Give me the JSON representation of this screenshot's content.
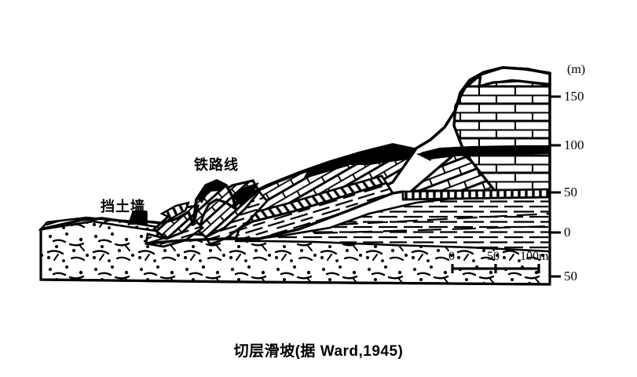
{
  "figure": {
    "caption": "切层滑坡(据 Ward,1945)",
    "kind": "geological-cross-section",
    "background_color": "#ffffff",
    "ink_color": "#000000"
  },
  "annotations": [
    {
      "id": "retaining-wall",
      "text": "挡土墙",
      "meaning": "retaining wall"
    },
    {
      "id": "railway-line",
      "text": "铁路线",
      "meaning": "railway line"
    }
  ],
  "elevation_axis": {
    "unit_label": "(m)",
    "ticks": [
      {
        "label": "150",
        "value": 150,
        "y": 123
      },
      {
        "label": "100",
        "value": 100,
        "y": 185
      },
      {
        "label": "50",
        "value": 50,
        "y": 245
      },
      {
        "label": "0",
        "value": 0,
        "y": 296
      },
      {
        "label": "50",
        "value": -50,
        "y": 352
      }
    ]
  },
  "scale_bar": {
    "labels": [
      "0",
      "50",
      "100m"
    ],
    "values": [
      0,
      50,
      100
    ],
    "unit": "m"
  },
  "chart_data": {
    "type": "line",
    "title": "切层滑坡(据 Ward,1945)",
    "xlabel": "",
    "ylabel": "(m)",
    "ylim": [
      -50,
      170
    ],
    "grid": false,
    "legend": "none",
    "ytick_labels": [
      "150",
      "100",
      "50",
      "0",
      "50"
    ],
    "ytick_values": [
      150,
      100,
      50,
      0,
      -50
    ],
    "scale_ticks": [
      "0",
      "50",
      "100m"
    ],
    "annotations": [
      "挡土墙",
      "铁路线"
    ],
    "series": [
      {
        "name": "ground-surface-profile",
        "comment": "Topographic surface from valley floor (left) up over the slumped blocks to the cliff crest (right), elevation in metres",
        "x": [
          0,
          40,
          90,
          140,
          175,
          205,
          225,
          250,
          275,
          300,
          330,
          360,
          400,
          440,
          480,
          520,
          560,
          600,
          640,
          680
        ],
        "y": [
          5,
          6,
          8,
          14,
          16,
          12,
          36,
          20,
          30,
          35,
          45,
          55,
          58,
          62,
          72,
          90,
          120,
          150,
          162,
          164
        ]
      },
      {
        "name": "slip-surface",
        "comment": "Basal failure surface of the cut-bedding (切层) landslide",
        "x": [
          90,
          150,
          210,
          270,
          330,
          390,
          450,
          500,
          540
        ],
        "y": [
          2,
          0,
          -2,
          2,
          10,
          22,
          34,
          44,
          48
        ]
      }
    ],
    "units": [
      {
        "name": "alluvium-colluvium",
        "pattern": "stippled-dots",
        "top_elev": 5,
        "bottom_elev": -45
      },
      {
        "name": "shale-mudstone",
        "pattern": "dashed-horizontal-lines",
        "top_elev": 45,
        "bottom_elev": 0
      },
      {
        "name": "sandstone-limestone",
        "pattern": "brick-blocks",
        "top_elev": 165,
        "bottom_elev": 45
      },
      {
        "name": "coal-seam-upper",
        "pattern": "solid-black",
        "elev": 95
      },
      {
        "name": "coal-seam-displaced",
        "pattern": "solid-black",
        "elev": 60
      },
      {
        "name": "weak-clay-slip-layer",
        "pattern": "hatched-ladder",
        "elev": 48
      }
    ]
  }
}
